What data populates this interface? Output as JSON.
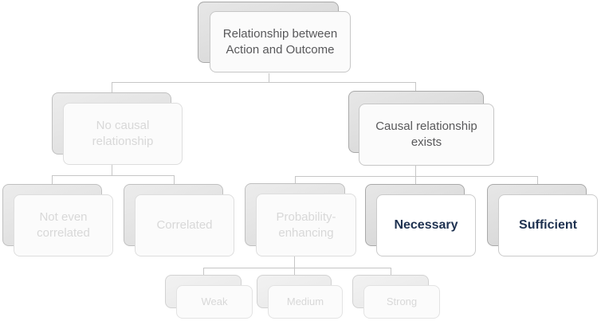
{
  "diagram": {
    "type": "tree",
    "nodes": {
      "root": {
        "label": "Relationship between Action and Outcome",
        "state": "active"
      },
      "no_causal": {
        "label": "No causal relationship",
        "state": "faded"
      },
      "causal_exists": {
        "label": "Causal relationship exists",
        "state": "active"
      },
      "not_even_correlated": {
        "label": "Not even correlated",
        "state": "faded"
      },
      "correlated": {
        "label": "Correlated",
        "state": "faded"
      },
      "probability_enhancing": {
        "label": "Probability-enhancing",
        "state": "faded"
      },
      "necessary": {
        "label": "Necessary",
        "state": "highlight"
      },
      "sufficient": {
        "label": "Sufficient",
        "state": "highlight"
      },
      "weak": {
        "label": "Weak",
        "state": "faded-small"
      },
      "medium": {
        "label": "Medium",
        "state": "faded-small"
      },
      "strong": {
        "label": "Strong",
        "state": "faded-small"
      }
    },
    "edges": [
      [
        "root",
        "no_causal"
      ],
      [
        "root",
        "causal_exists"
      ],
      [
        "no_causal",
        "not_even_correlated"
      ],
      [
        "no_causal",
        "correlated"
      ],
      [
        "causal_exists",
        "probability_enhancing"
      ],
      [
        "causal_exists",
        "necessary"
      ],
      [
        "causal_exists",
        "sufficient"
      ],
      [
        "probability_enhancing",
        "weak"
      ],
      [
        "probability_enhancing",
        "medium"
      ],
      [
        "probability_enhancing",
        "strong"
      ]
    ]
  },
  "colors": {
    "background": "#ffffff",
    "connector": "#c6c6c6",
    "back_card_fill_top": "#e7e7e7",
    "back_card_fill_bottom": "#d3d3d3",
    "back_card_border": "#a9a9a9",
    "front_card_fill": "#fbfbfb",
    "front_card_border": "#c7c7c7",
    "text_default": "#58585a",
    "text_faded": "#d8d8d8",
    "text_highlight": "#1e3150"
  }
}
